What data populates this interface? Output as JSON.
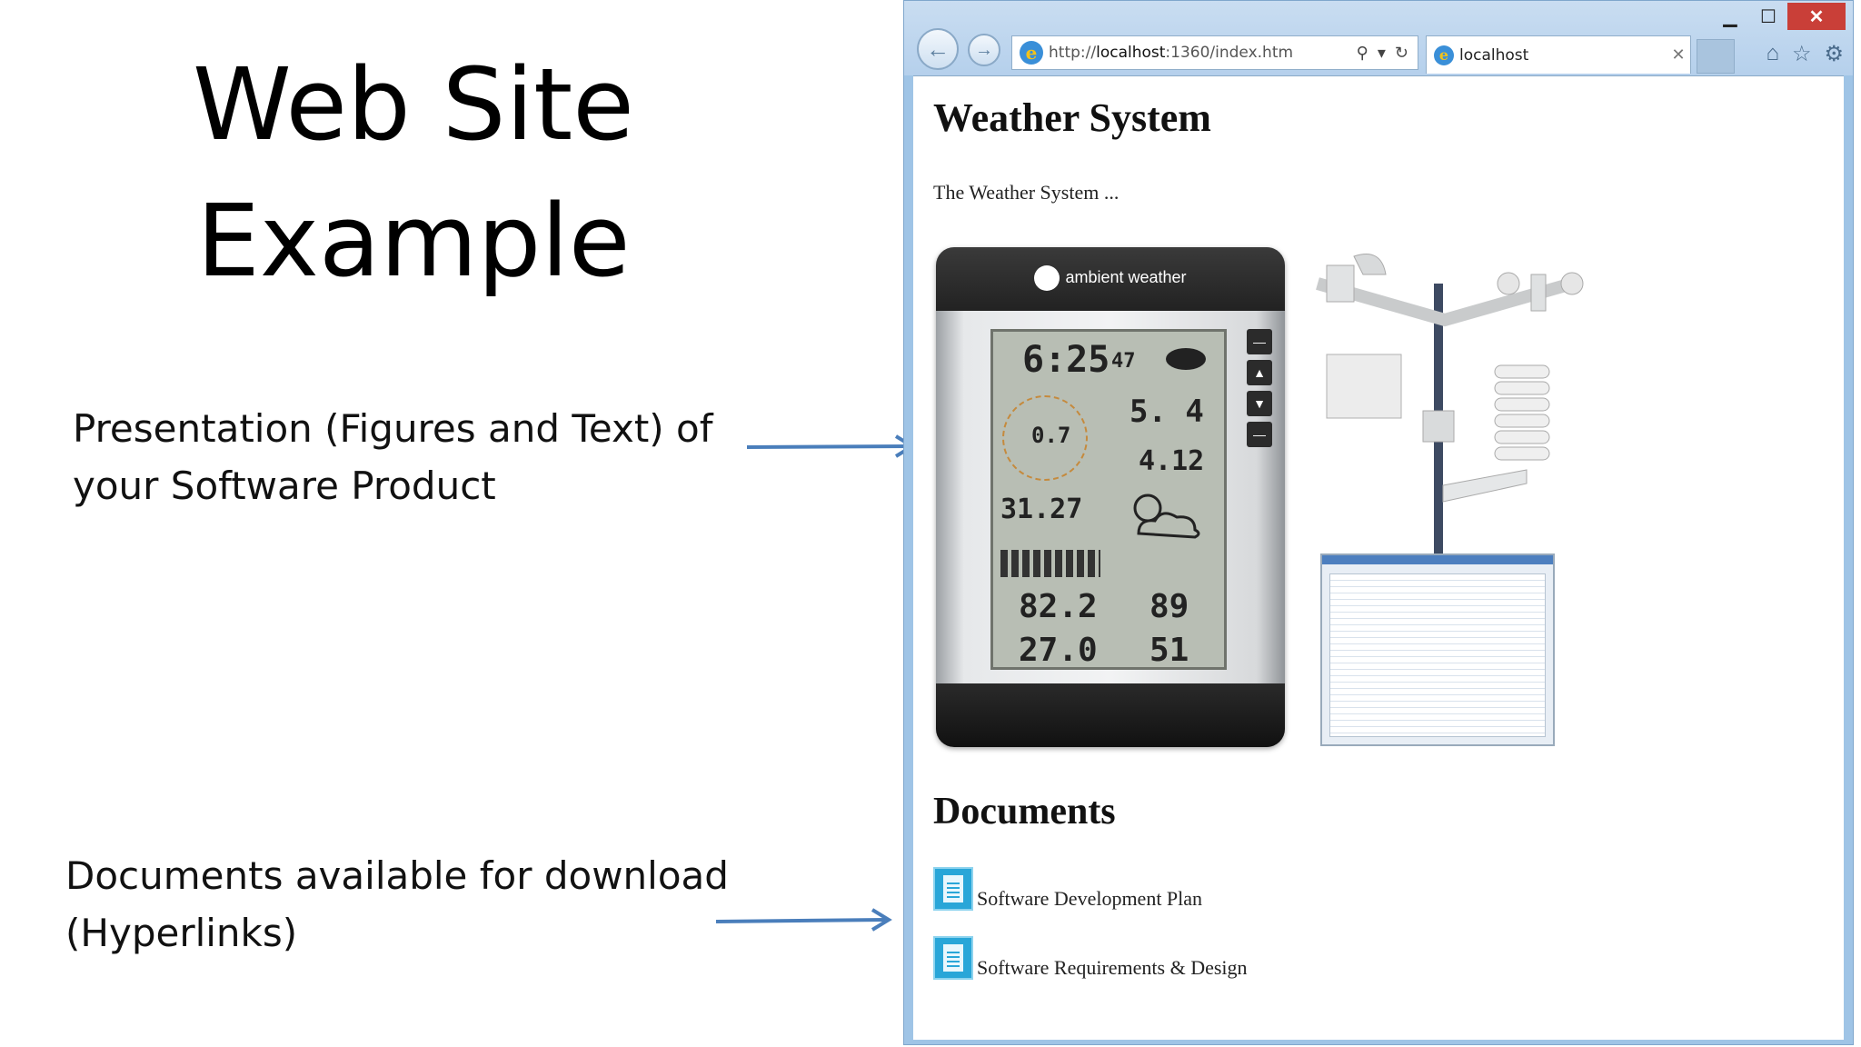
{
  "slide": {
    "title_line1": "Web Site",
    "title_line2": "Example",
    "annotation_presentation_line1": "Presentation (Figures and Text) of",
    "annotation_presentation_line2": "your Software Product",
    "annotation_documents_line1": "Documents available for download",
    "annotation_documents_line2": "(Hyperlinks)"
  },
  "browser": {
    "url_prefix": "http://",
    "url_host": "localhost",
    "url_rest": ":1360/index.htm",
    "tab_title": "localhost",
    "close_symbol": "✕",
    "minimize_symbol": "▁",
    "maximize_symbol": "☐",
    "back_icon": "back-arrow-icon",
    "forward_icon": "forward-arrow-icon"
  },
  "page": {
    "heading": "Weather System",
    "intro": "The Weather System ...",
    "documents_heading": "Documents",
    "documents": [
      {
        "label": "Software Development Plan"
      },
      {
        "label": "Software Requirements & Design"
      }
    ]
  },
  "console": {
    "brand": "ambient weather",
    "time": "6:25",
    "seconds": "47",
    "wind_speed": "0.7",
    "rain_rate": "5. 4",
    "rain_total": "4.12",
    "pressure": "31.27",
    "outdoor_temp": "82.2",
    "outdoor_humidity": "89",
    "indoor_temp": "27.0",
    "indoor_humidity": "51"
  },
  "colors": {
    "arrow": "#4a7ebb",
    "window_frame": "#9fc4e6",
    "close_button": "#c93f38",
    "doc_icon": "#29a6d8"
  }
}
